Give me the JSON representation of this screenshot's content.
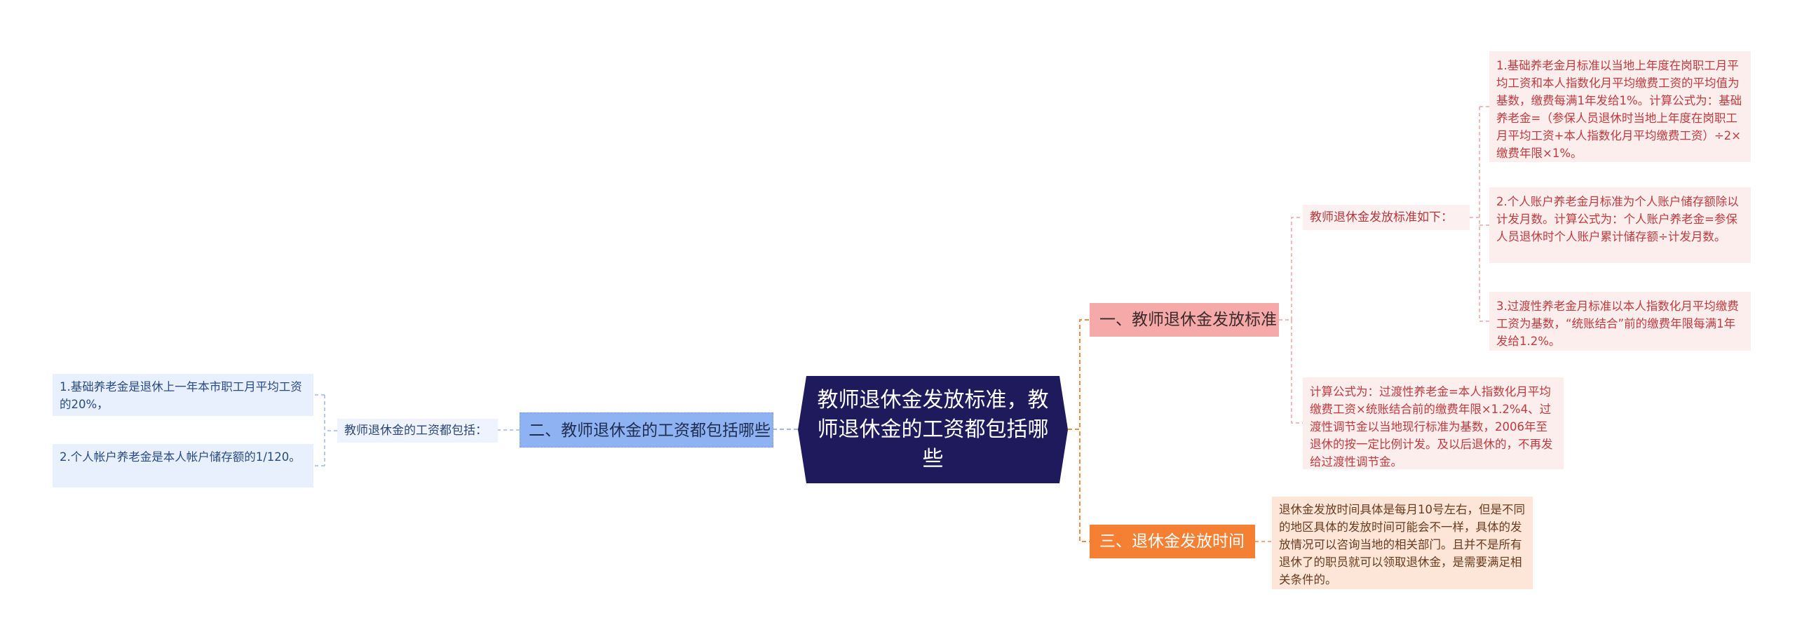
{
  "center": {
    "title": "教师退休金发放标准，教师退休金的工资都包括哪些"
  },
  "branches": [
    {
      "label": "一、教师退休金发放标准",
      "color": "#f5a9a9"
    },
    {
      "label": "二、教师退休金的工资都包括哪些",
      "color": "#8fb2f2"
    },
    {
      "label": "三、退休金发放时间",
      "color": "#f57f33"
    }
  ],
  "branch1": {
    "sub": "教师退休金发放标准如下：",
    "leaves": [
      "1.基础养老金月标准以当地上年度在岗职工月平均工资和本人指数化月平均缴费工资的平均值为基数，缴费每满1年发给1%。计算公式为：基础养老金=（参保人员退休时当地上年度在岗职工月平均工资+本人指数化月平均缴费工资）÷2×缴费年限×1%。",
      "2.个人账户养老金月标准为个人账户储存额除以计发月数。计算公式为：个人账户养老金=参保人员退休时个人账户累计储存额÷计发月数。",
      "3.过渡性养老金月标准以本人指数化月平均缴费工资为基数，“统账结合”前的缴费年限每满1年发给1.2%。"
    ],
    "formula": "计算公式为：过渡性养老金=本人指数化月平均缴费工资×统账结合前的缴费年限×1.2%4、过渡性调节金以当地现行标准为基数，2006年至退休的按一定比例计发。及以后退休的，不再发给过渡性调节金。"
  },
  "branch2": {
    "sub": "教师退休金的工资都包括：",
    "leaves": [
      "1.基础养老金是退休上一年本市职工月平均工资的20%，",
      "2.个人帐户养老金是本人帐户储存额的1/120。"
    ]
  },
  "branch3": {
    "leaf": "退休金发放时间具体是每月10号左右，但是不同的地区具体的发放时间可能会不一样，具体的发放情况可以咨询当地的相关部门。且并不是所有退休了的职员就可以领取退休金，是需要满足相关条件的。"
  },
  "colors": {
    "center": "#1f1a5c",
    "branch1": "#f5a9a9",
    "branch2": "#8fb2f2",
    "branch3": "#f57f33",
    "line_red": "#f0a2a2",
    "line_blue": "#9fb8e8",
    "line_orange": "#f08a44"
  }
}
